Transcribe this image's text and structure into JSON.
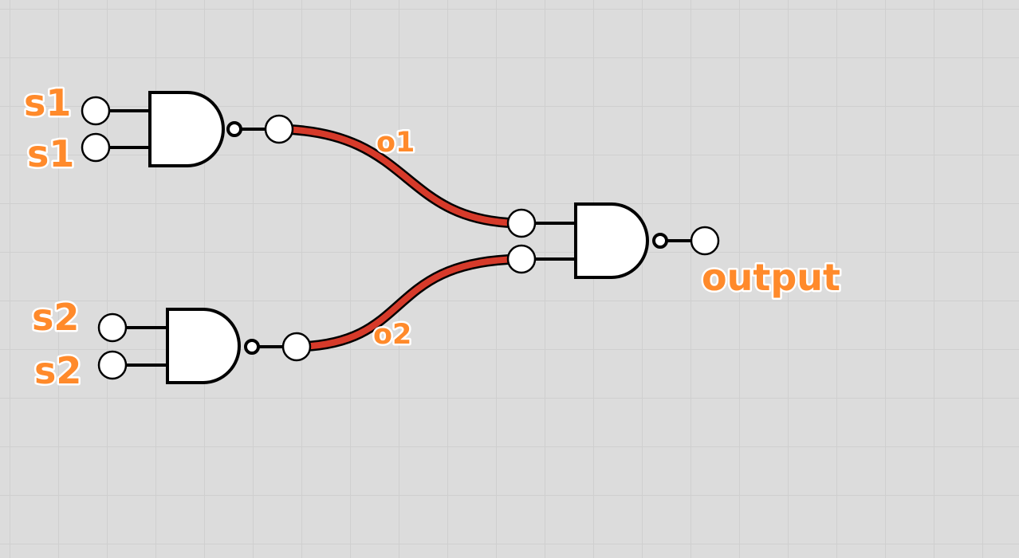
{
  "labels": {
    "s1_a": "s1",
    "s1_b": "s1",
    "s2_a": "s2",
    "s2_b": "s2",
    "o1": "o1",
    "o2": "o2",
    "output": "output"
  },
  "colors": {
    "background": "#dcdcdc",
    "grid": "#cfcfcf",
    "wire_active": "#d63a2a",
    "label": "#ff8a2b"
  },
  "gates": [
    {
      "type": "nand",
      "inputs": [
        "s1",
        "s1"
      ],
      "output": "o1"
    },
    {
      "type": "nand",
      "inputs": [
        "s2",
        "s2"
      ],
      "output": "o2"
    },
    {
      "type": "nand",
      "inputs": [
        "o1",
        "o2"
      ],
      "output": "output"
    }
  ]
}
